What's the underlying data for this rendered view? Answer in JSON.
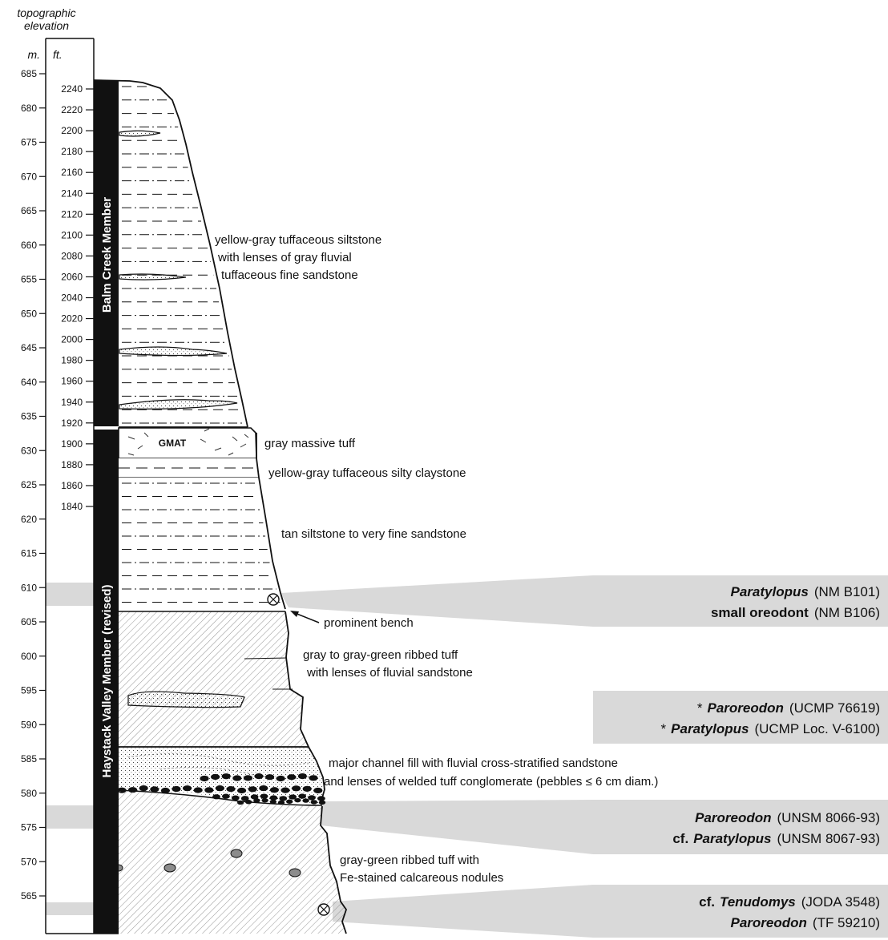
{
  "axis": {
    "title_line1": "topographic",
    "title_line2": "elevation",
    "unit_m": "m.",
    "unit_ft": "ft.",
    "m_ticks": [
      "685",
      "680",
      "675",
      "670",
      "665",
      "660",
      "655",
      "650",
      "645",
      "640",
      "635",
      "630",
      "625",
      "620",
      "615",
      "610",
      "605",
      "600",
      "595",
      "590",
      "585",
      "580",
      "575",
      "570",
      "565"
    ],
    "ft_ticks": [
      "2240",
      "2220",
      "2200",
      "2180",
      "2160",
      "2140",
      "2120",
      "2100",
      "2080",
      "2060",
      "2040",
      "2020",
      "2000",
      "1980",
      "1960",
      "1940",
      "1920",
      "1900",
      "1880",
      "1860",
      "1840"
    ]
  },
  "members": {
    "upper": "Balm Creek Member",
    "lower": "Haystack Valley Member (revised)"
  },
  "units": {
    "gmat_label": "GMAT",
    "siltstone_1": "yellow-gray tuffaceous siltstone",
    "siltstone_2": "with lenses of gray fluvial",
    "siltstone_3": "tuffaceous fine sandstone",
    "massive_tuff": "gray massive tuff",
    "silty_claystone": "yellow-gray tuffaceous silty claystone",
    "tan_siltstone": "tan siltstone to very fine sandstone",
    "bench": "prominent  bench",
    "ribbed_1": "gray to gray-green ribbed tuff",
    "ribbed_2": "with lenses of fluvial sandstone",
    "channel_1": "major channel fill with fluvial cross-stratified sandstone",
    "channel_2": "and lenses of welded tuff conglomerate (pebbles ≤ 6 cm diam.)",
    "nodules_1": "gray-green ribbed tuff with",
    "nodules_2": "Fe-stained calcareous nodules"
  },
  "fossils": {
    "f1a_taxon": "Paratylopus",
    "f1a_spec": "(NM B101)",
    "f1b_taxon": "small oreodont",
    "f1b_spec": "(NM B106)",
    "f2a_star": "*",
    "f2a_taxon": "Paroreodon",
    "f2a_spec": "(UCMP 76619)",
    "f2b_star": "*",
    "f2b_taxon": "Paratylopus",
    "f2b_spec": "(UCMP Loc. V-6100)",
    "f3a_taxon": "Paroreodon",
    "f3a_spec": "(UNSM 8066-93)",
    "f3b_prefix": "cf.",
    "f3b_taxon": "Paratylopus",
    "f3b_spec": "(UNSM 8067-93)",
    "f4a_prefix": "cf.",
    "f4a_taxon": "Tenudomys",
    "f4a_spec": "(JODA 3548)",
    "f4b_taxon": "Paroreodon",
    "f4b_spec": "(TF 59210)"
  },
  "colors": {
    "band": "#d9d9d9",
    "ink": "#111111",
    "nodule": "#8c8c8c"
  }
}
